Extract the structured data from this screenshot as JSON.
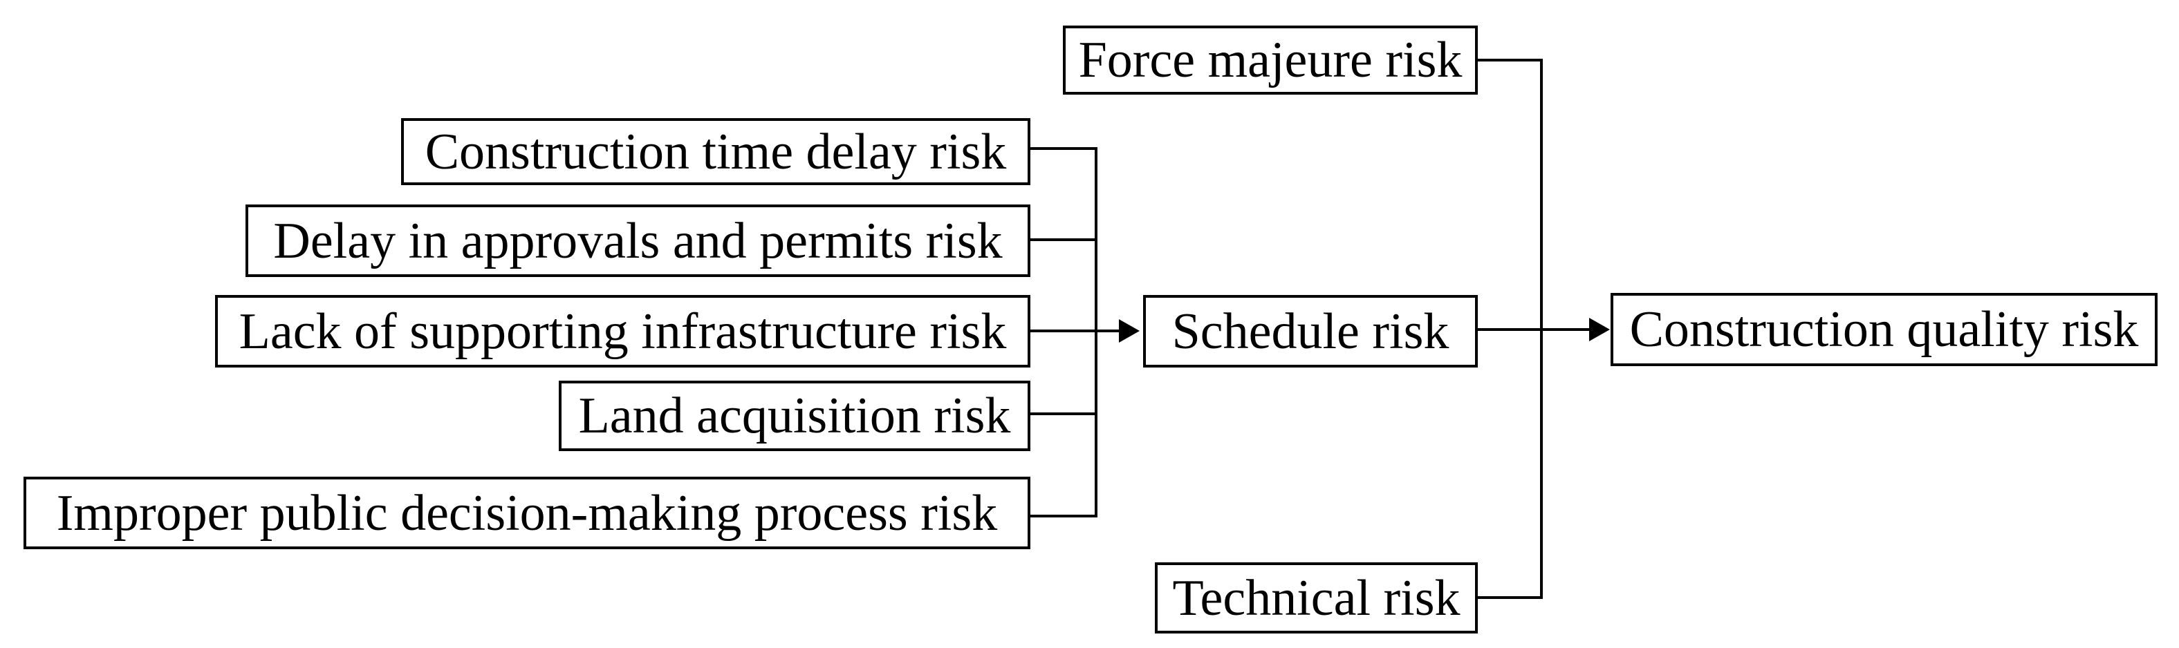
{
  "diagram": {
    "schedule_factors": [
      "Construction time delay risk",
      "Delay in approvals and permits risk",
      "Lack of supporting infrastructure risk",
      "Land acquisition risk",
      "Improper public decision-making process risk"
    ],
    "force_majeure": "Force majeure risk",
    "schedule": "Schedule risk",
    "technical": "Technical risk",
    "outcome": "Construction quality risk"
  },
  "colors": {
    "stroke": "#000000",
    "background": "#ffffff"
  }
}
